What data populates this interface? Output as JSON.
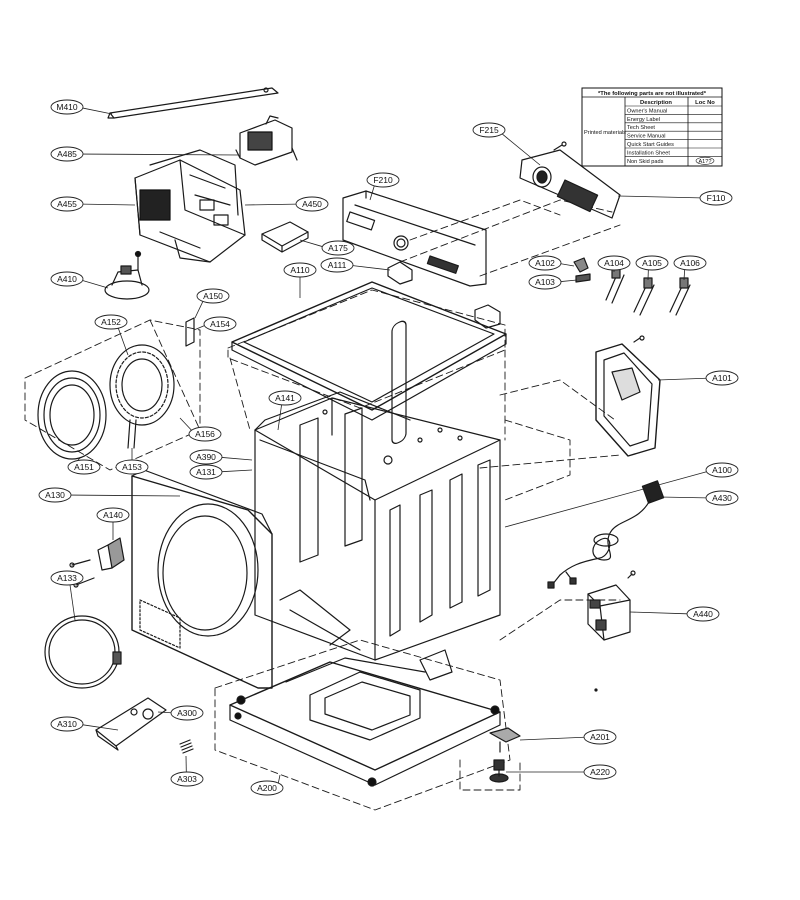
{
  "table": {
    "title": "*The following parts are not illustrated*",
    "headers": [
      "Description",
      "Loc No"
    ],
    "group_label": "Printed materials",
    "rows": [
      "Owner's Manual",
      "Energy Label",
      "Tech Sheet",
      "Service Manual",
      "Quick Start Guides",
      "Installation Sheet",
      "Non Skid pads"
    ],
    "last_loc": "A1??"
  },
  "callouts": [
    "M410",
    "A485",
    "A455",
    "A450",
    "A175",
    "A410",
    "F215",
    "F210",
    "F110",
    "A111",
    "A110",
    "A102",
    "A103",
    "A104",
    "A105",
    "A106",
    "A150",
    "A152",
    "A154",
    "A101",
    "A156",
    "A141",
    "A390",
    "A131",
    "A151",
    "A153",
    "A100",
    "A130",
    "A430",
    "A140",
    "A133",
    "A440",
    "A310",
    "A300",
    "A303",
    "A201",
    "A220",
    "A200"
  ]
}
